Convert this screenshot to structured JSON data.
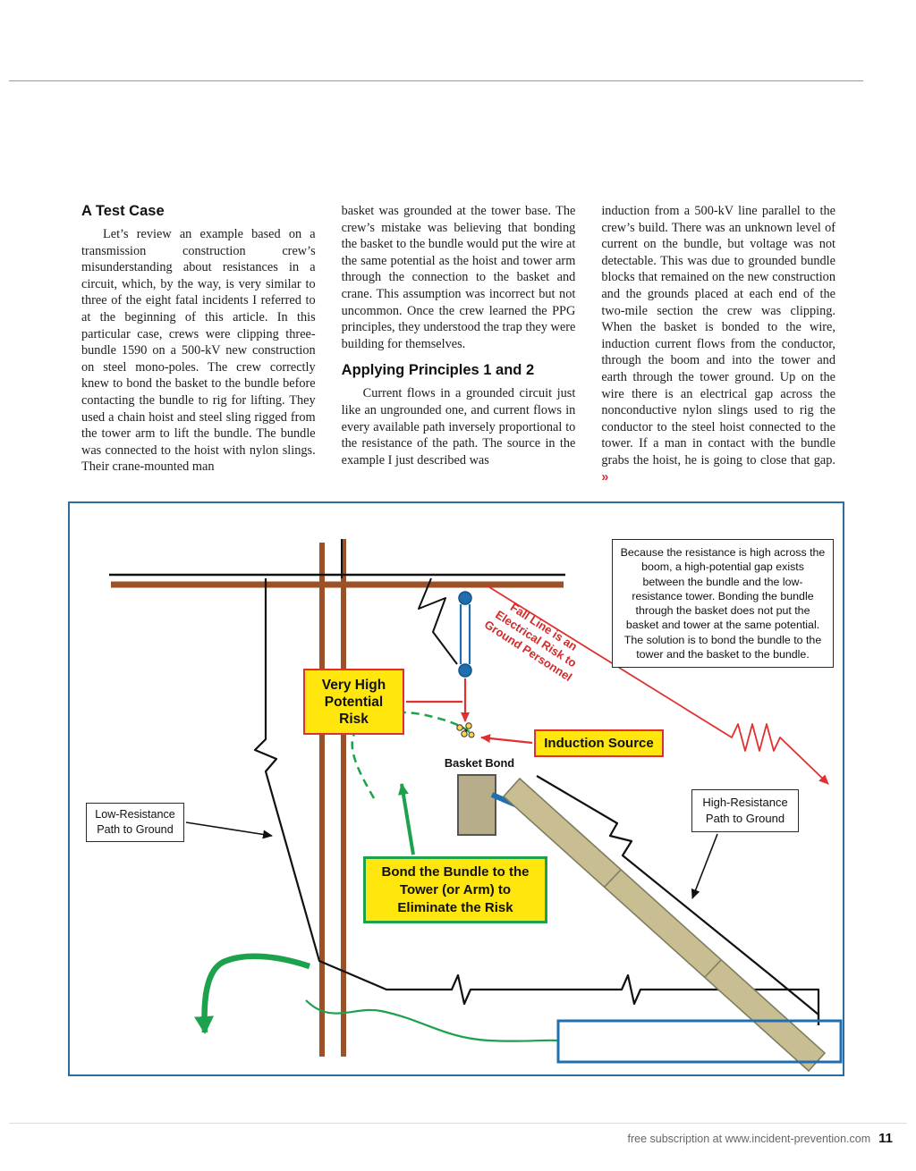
{
  "article": {
    "columns": [
      {
        "heading": "A Test Case",
        "body": "Let’s review an example based on a transmission construction crew’s misunderstanding about resistances in a circuit, which, by the way, is very similar to three of the eight fatal incidents I referred to at the beginning of this article. In this particular case, crews were clipping three-bundle 1590 on a 500-kV new construction on steel mono-poles. The crew correctly knew to bond the basket to the bundle before contacting the bundle to rig for lifting. They used a chain hoist and steel sling rigged from the tower arm to lift the bundle. The bundle was connected to the hoist with nylon slings. Their crane-mounted man"
      },
      {
        "body1": "basket was grounded at the tower base. The crew’s mistake was believing that bonding the basket to the bundle would put the wire at the same potential as the hoist and tower arm through the connection to the basket and crane. This assumption was incorrect but not uncommon. Once the crew learned the PPG principles, they understood the trap they were building for themselves.",
        "heading": "Applying Principles 1 and 2",
        "body2": "Current flows in a grounded circuit just like an ungrounded one, and current flows in every available path inversely proportional to the resistance of the path. The source in the example I just described was"
      },
      {
        "body": "induction from a 500-kV line parallel to the crew’s build. There was an unknown level of current on the bundle, but voltage was not detectable. This was due to grounded bundle blocks that remained on the new construction and the grounds placed at each end of the two-mile section the crew was clipping. When the basket is bonded to the wire, induction current flows from the conductor, through the boom and into the tower and earth through the tower ground. Up on the wire there is an electrical gap across the nonconductive nylon slings used to rig the conductor to the steel hoist connected to the tower. If a man in contact with the bundle grabs the hoist, he is going to close that gap.",
        "marker": "»"
      }
    ]
  },
  "diagram": {
    "callout": "Because the resistance is high across the boom, a high-potential gap exists between the bundle and the low-resistance tower. Bonding the bundle through the basket does not put the basket and tower at the same potential. The solution is to bond the bundle to the tower and the basket to the bundle.",
    "fall_line_warning": "Fall Line is an Electrical Risk to Ground Personnel",
    "very_high_potential": "Very High Potential Risk",
    "induction_source": "Induction Source",
    "basket_bond": "Basket Bond",
    "low_resistance": "Low-Resistance Path to Ground",
    "high_resistance": "High-Resistance Path to Ground",
    "bond_instruction": "Bond the Bundle to the Tower (or Arm) to Eliminate the Risk",
    "colors": {
      "highlight_yellow": "#ffe60d",
      "risk_red": "#e03030",
      "bond_green": "#1ca24c",
      "diagram_border_blue": "#2d6ca2",
      "insulator_blue": "#1f6fb0",
      "pole_brown": "#9d5126",
      "boom_tan": "#c9bd92"
    }
  },
  "footer": {
    "text": "free subscription at www.incident-prevention.com",
    "page": "11"
  }
}
